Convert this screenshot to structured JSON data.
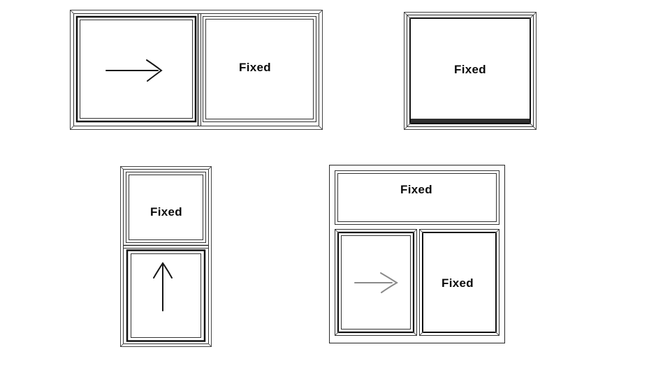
{
  "diagram": {
    "title": "window-configuration-types",
    "colors": {
      "background": "#ffffff",
      "frame_line": "#1a1a1a",
      "frame_line_soft": "#555555",
      "sill_fill": "#2e2e2e",
      "arrow_dark": "#161616",
      "arrow_gray": "#8a8a8a",
      "label_text": "#0a0a0a"
    },
    "windows": [
      {
        "id": "horizontal-sliding-window",
        "panels": [
          {
            "type": "sliding-sash",
            "icon": "arrow-right-icon",
            "label": ""
          },
          {
            "type": "fixed-pane",
            "label": "Fixed"
          }
        ]
      },
      {
        "id": "fixed-window",
        "panels": [
          {
            "type": "fixed-pane",
            "label": "Fixed"
          }
        ]
      },
      {
        "id": "vertical-sliding-window",
        "panels": [
          {
            "type": "fixed-pane",
            "label": "Fixed"
          },
          {
            "type": "sliding-sash",
            "icon": "arrow-up-icon",
            "label": ""
          }
        ]
      },
      {
        "id": "transom-combination-window",
        "panels": [
          {
            "type": "fixed-pane",
            "label": "Fixed"
          },
          {
            "type": "sliding-sash",
            "icon": "arrow-right-icon",
            "label": ""
          },
          {
            "type": "fixed-pane",
            "label": "Fixed"
          }
        ]
      }
    ]
  }
}
